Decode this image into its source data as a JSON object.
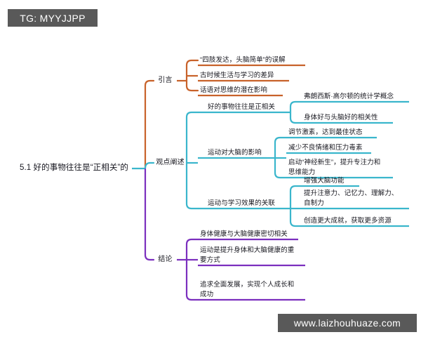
{
  "overlays": {
    "tg_badge": "TG: MYYJJPP",
    "watermark": "www.laizhouhuaze.com"
  },
  "colors": {
    "orange": "#c8622a",
    "cyan": "#3ab6cc",
    "purple": "#7b2fbe",
    "text": "#17171f",
    "background": "#ffffff",
    "badge_background": "#595959",
    "badge_text": "#ffffff"
  },
  "mindmap": {
    "root": "5.1 好的事物往往是“正相关”的",
    "branches": [
      {
        "label": "引言",
        "color": "#c8622a",
        "children": [
          {
            "label": "“四肢发达，头脑简单”的误解"
          },
          {
            "label": "古时候生活与学习的差异"
          },
          {
            "label": "话语对思维的潜在影响"
          }
        ]
      },
      {
        "label": "观点阐述",
        "color": "#3ab6cc",
        "subtopics": [
          {
            "label": "好的事物往往是正相关",
            "children": [
              {
                "label": "弗朗西斯·高尔顿的统计学概念"
              },
              {
                "label": "身体好与头脑好的相关性"
              }
            ]
          },
          {
            "label": "运动对大脑的影响",
            "children": [
              {
                "label": "调节激素，达到最佳状态"
              },
              {
                "label": "减少不良情绪和压力毒素"
              },
              {
                "label": "启动“神经新生”，提升专注力和\n思维能力"
              }
            ]
          },
          {
            "label": "运动与学习效果的关联",
            "children": [
              {
                "label": "增强大脑功能"
              },
              {
                "label": "提升注意力、记忆力、理解力、\n自制力"
              },
              {
                "label": "创造更大成就，获取更多资源"
              }
            ]
          }
        ]
      },
      {
        "label": "结论",
        "color": "#7b2fbe",
        "children": [
          {
            "label": "身体健康与大脑健康密切相关"
          },
          {
            "label": "运动是提升身体和大脑健康的重\n要方式"
          },
          {
            "label": "追求全面发展，实现个人成长和\n成功"
          }
        ]
      }
    ]
  }
}
